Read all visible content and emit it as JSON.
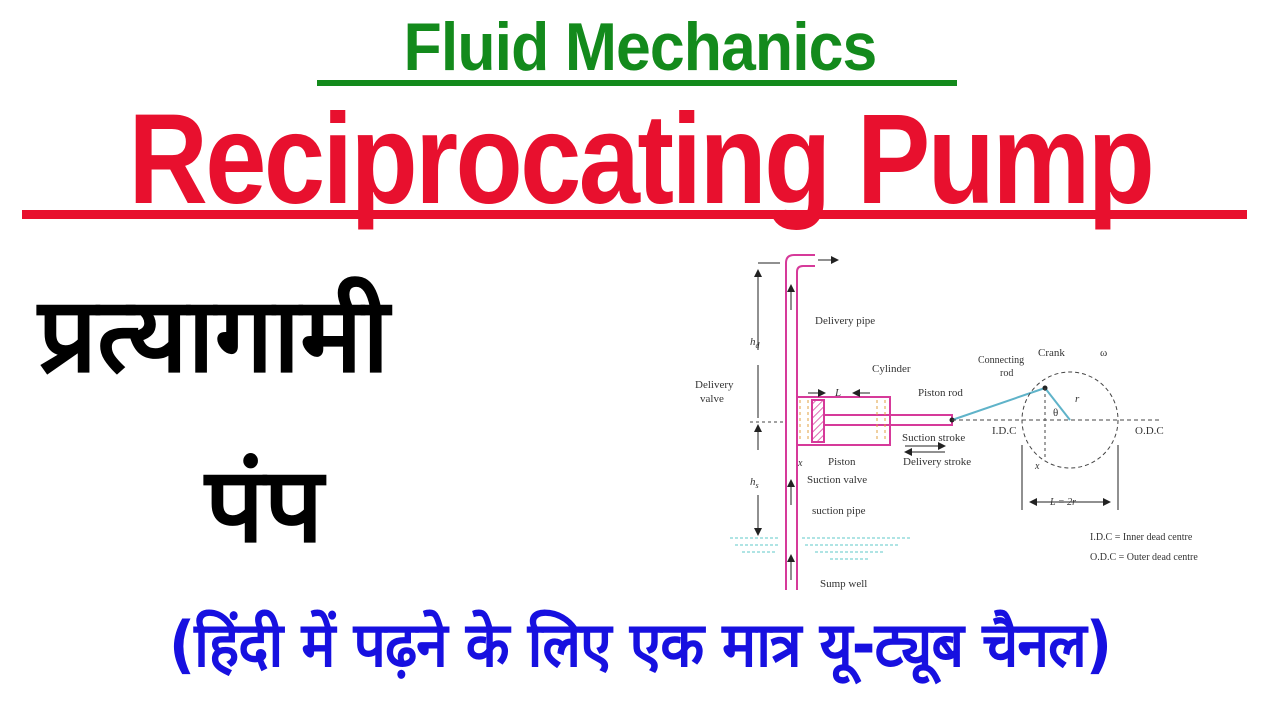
{
  "header": {
    "subject": "Fluid Mechanics",
    "title": "Reciprocating Pump"
  },
  "hindi_title": {
    "line1": "प्रत्यागामी",
    "line2": "पंप"
  },
  "footer": {
    "tagline": "(हिंदी में पढ़ने के लिए एक मात्र यू-ट्यूब चैनल)"
  },
  "colors": {
    "subject": "#138a1c",
    "title": "#e8102e",
    "footer": "#1710e0",
    "pump_body": "#d63a9a",
    "connecting_rod": "#5fb3c9"
  },
  "diagram": {
    "labels": {
      "hd": "h",
      "hd_sub": "d",
      "hs": "h",
      "hs_sub": "s",
      "delivery_pipe": "Delivery pipe",
      "delivery_valve_1": "Delivery",
      "delivery_valve_2": "valve",
      "cylinder": "Cylinder",
      "L": "L",
      "piston_rod": "Piston rod",
      "connecting_rod_1": "Connecting",
      "connecting_rod_2": "rod",
      "crank": "Crank",
      "omega": "ω",
      "r": "r",
      "theta": "θ",
      "idc": "I.D.C",
      "odc": "O.D.C",
      "suction_stroke": "Suction stroke",
      "delivery_stroke": "Delivery stroke",
      "x": "x",
      "x2": "x",
      "L_2r": "L = 2r",
      "piston": "Piston",
      "suction_valve": "Suction valve",
      "suction_pipe": "suction pipe",
      "sump_well": "Sump well",
      "legend_idc": "I.D.C = Inner dead centre",
      "legend_odc": "O.D.C = Outer dead centre"
    }
  }
}
